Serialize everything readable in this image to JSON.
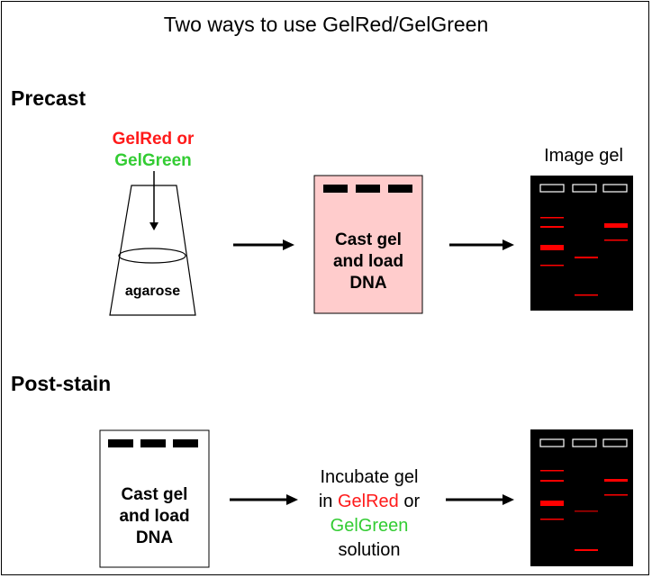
{
  "title": "Two ways to use GelRed/GelGreen",
  "precast": {
    "heading": "Precast",
    "stain_line1": "GelRed or",
    "stain_line2": "GelGreen",
    "agarose_label": "agarose",
    "cast_line1": "Cast gel",
    "cast_line2": "and load",
    "cast_line3": "DNA",
    "image_label": "Image gel"
  },
  "poststain": {
    "heading": "Post-stain",
    "cast_line1": "Cast gel",
    "cast_line2": "and load",
    "cast_line3": "DNA",
    "incubate_line1": "Incubate gel",
    "incubate_in": "in ",
    "incubate_red": "GelRed",
    "incubate_or": " or",
    "incubate_green": "GelGreen",
    "incubate_line4": "solution"
  },
  "colors": {
    "red": "#ff1a1a",
    "green": "#33cc33",
    "pink_gel": "#ffcccc",
    "gel_black": "#000000",
    "band_red": "#ff0000"
  }
}
